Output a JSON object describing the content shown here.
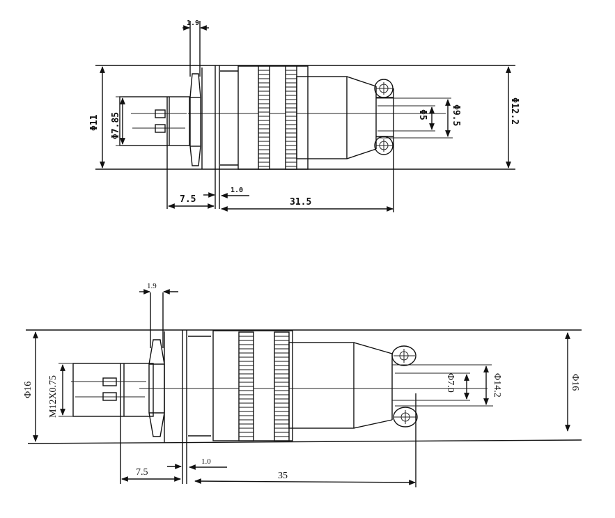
{
  "drawings": [
    {
      "name": "connector-12mm",
      "labels": {
        "flange_thickness": "1.9",
        "outer_diameter_left": "Φ11",
        "thread_diameter": "Φ7.85",
        "inner_diameter": "Φ5",
        "cable_diameter": "Φ9.5",
        "outer_diameter_right": "Φ12.2",
        "front_length": "7.5",
        "gap": "1.0",
        "body_length": "31.5"
      }
    },
    {
      "name": "connector-16mm",
      "labels": {
        "flange_thickness": "1.9",
        "outer_diameter_left": "Φ16",
        "thread_spec": "M12X0.75",
        "inner_diameter": "Φ7.0",
        "cable_diameter": "Φ14.2",
        "outer_diameter_right": "Φ16",
        "front_length": "7.5",
        "gap": "1.0",
        "body_length": "35"
      }
    }
  ]
}
